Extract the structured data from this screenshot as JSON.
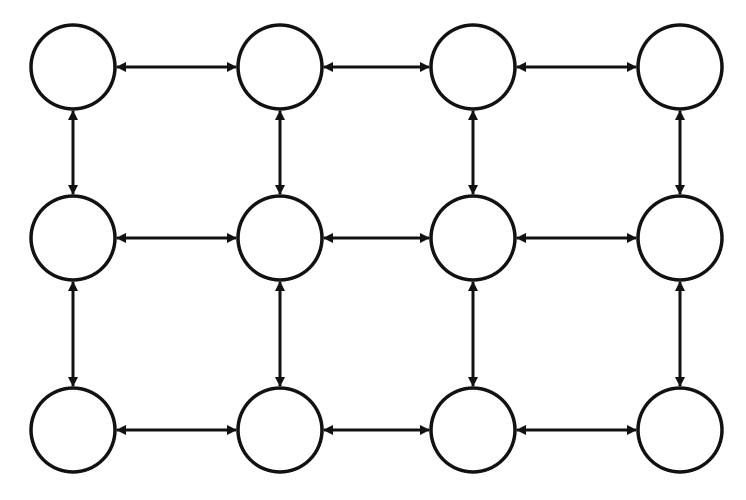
{
  "diagram": {
    "type": "grid-network",
    "rows": 3,
    "cols": 4,
    "node_shape": "circle",
    "node_labels": [],
    "edge_style": "bidirectional-arrow",
    "connectivity": "4-neighbor",
    "colors": {
      "background": "#ffffff",
      "stroke": "#111111",
      "node_fill": "#ffffff"
    }
  }
}
